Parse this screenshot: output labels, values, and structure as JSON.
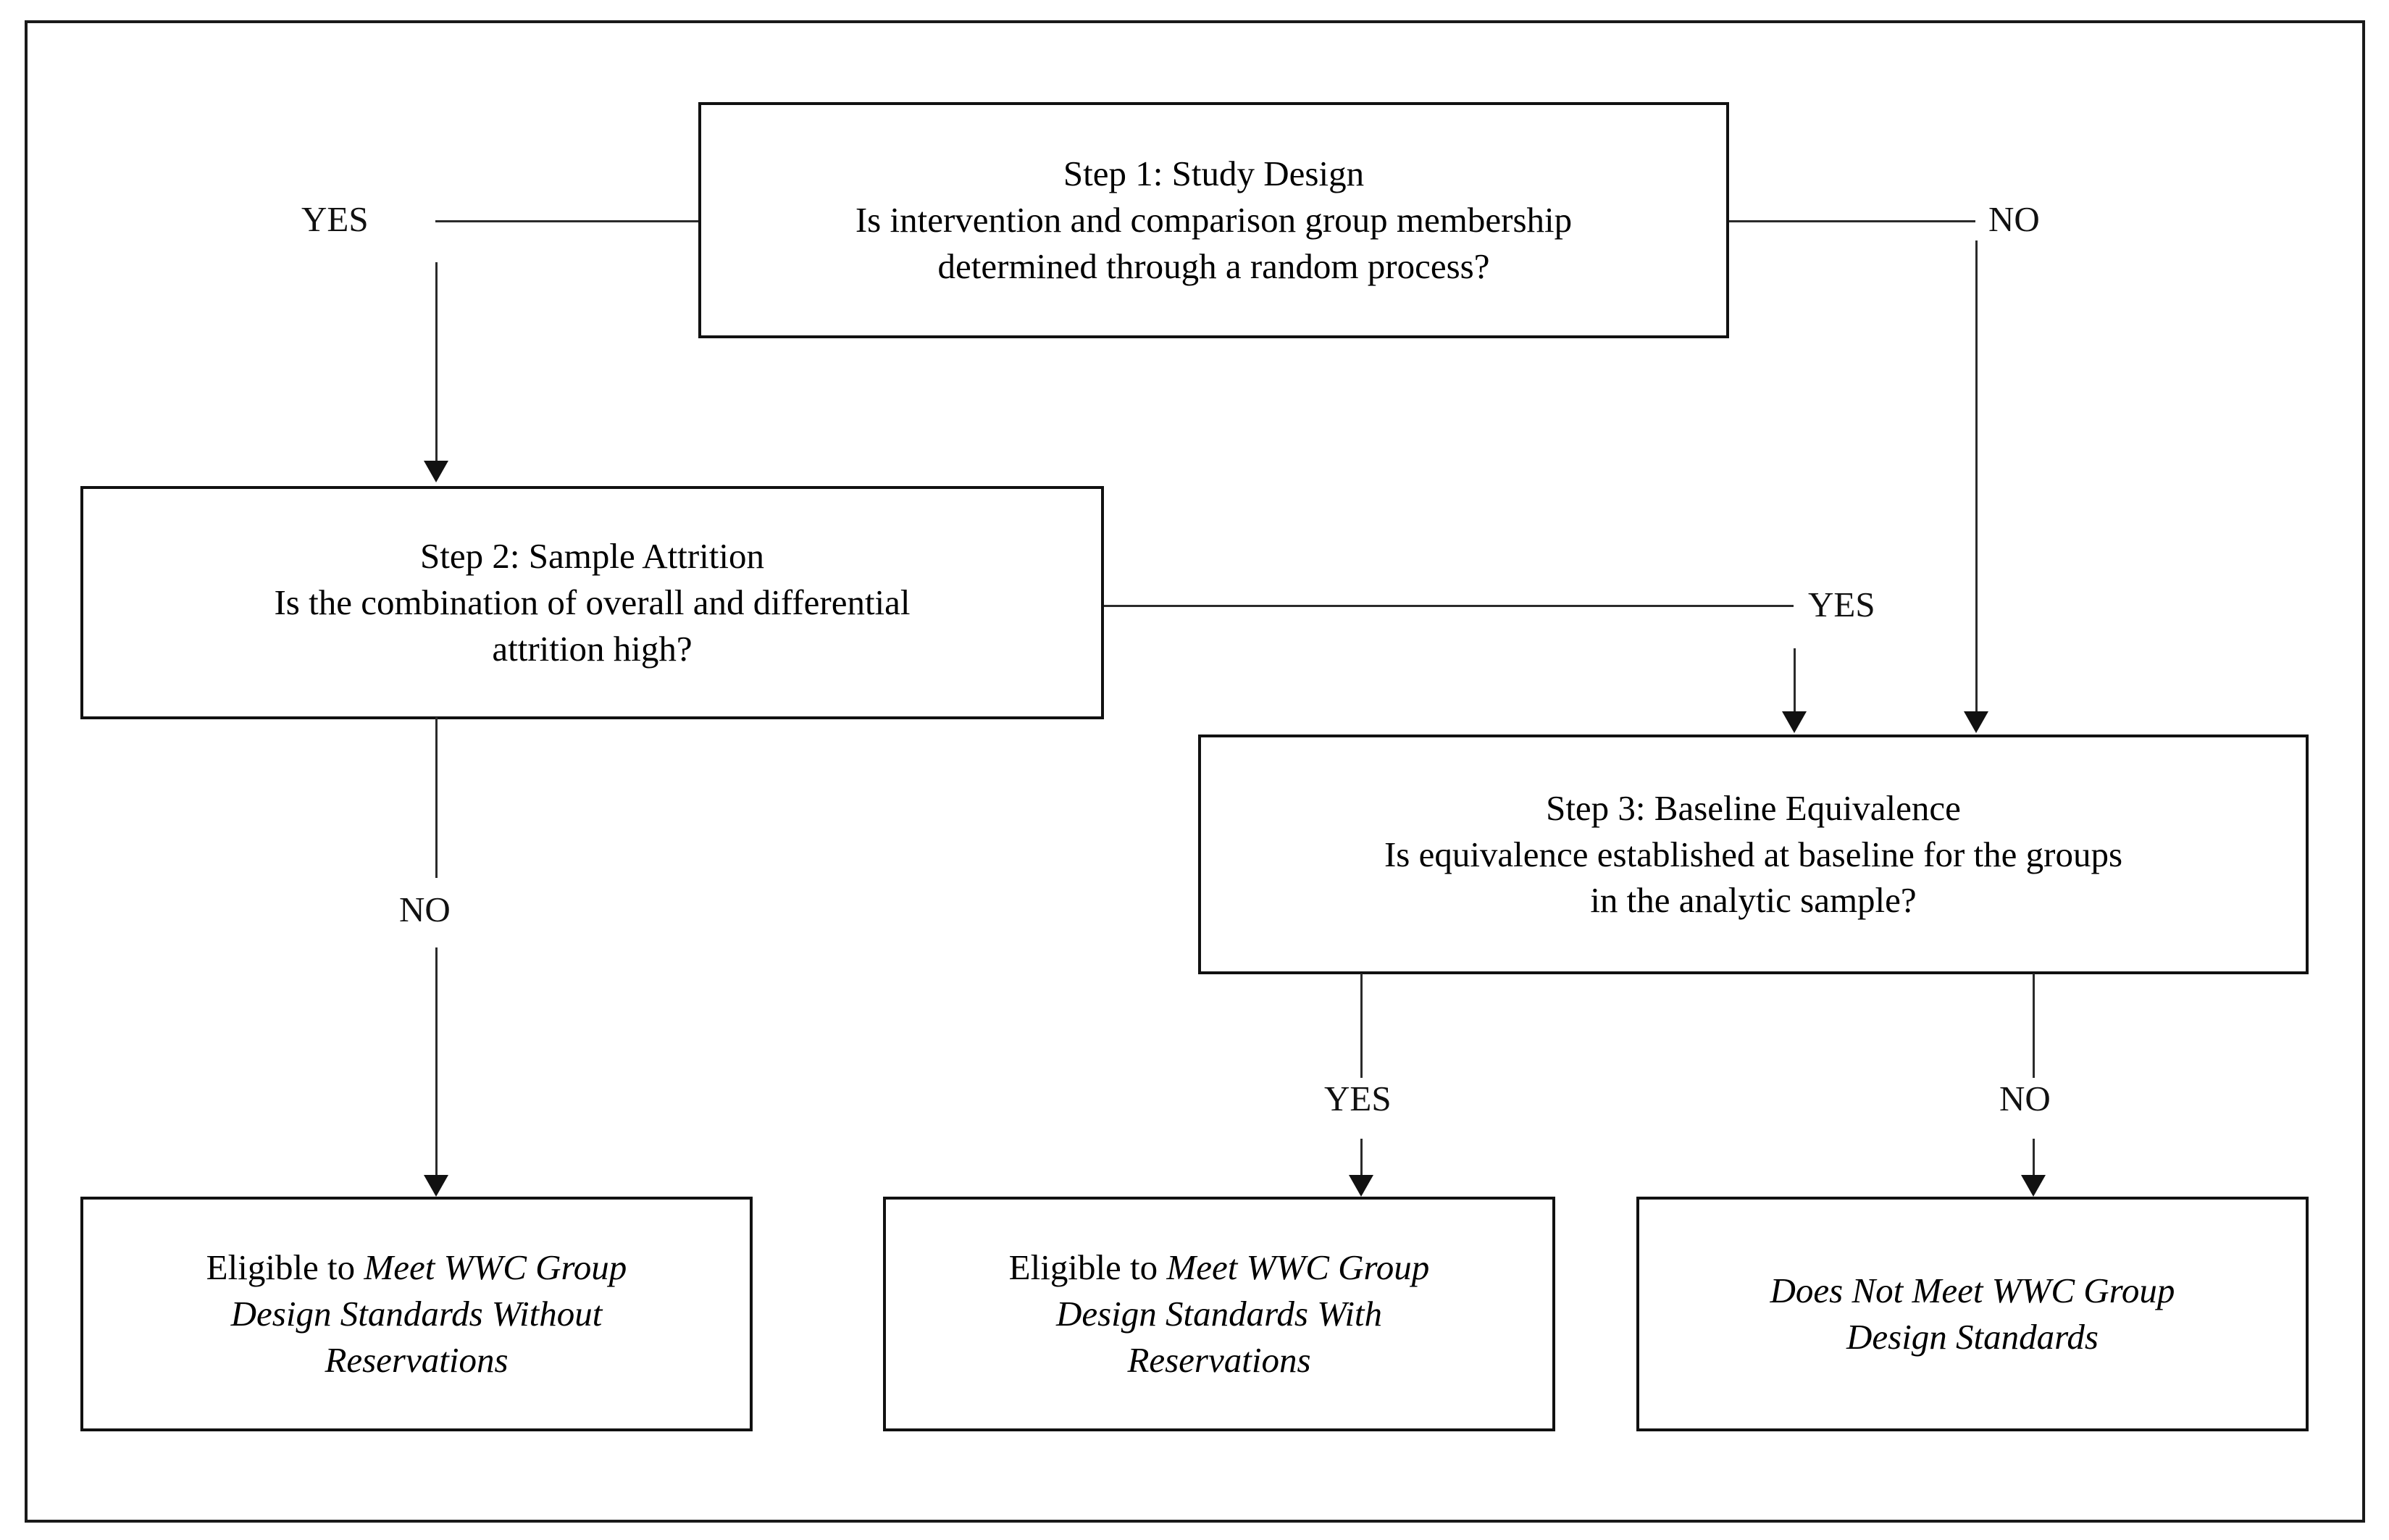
{
  "diagram": {
    "title": "WWC Group Design Standards review flowchart",
    "nodes": [
      {
        "id": "step1",
        "heading": "Step 1: Study Design",
        "line2": "Is intervention and comparison group membership",
        "line3": "determined through a random process?"
      },
      {
        "id": "step2",
        "heading": "Step 2: Sample Attrition",
        "line2": "Is the combination of overall and differential",
        "line3": "attrition high?"
      },
      {
        "id": "step3",
        "heading": "Step 3: Baseline Equivalence",
        "line2": "Is equivalence established at baseline for the groups",
        "line3": "in the analytic sample?"
      }
    ],
    "outcomes": [
      {
        "id": "out1",
        "prefix": "Eligible to ",
        "emphasis_line1": "Meet WWC Group",
        "emphasis_line2": "Design Standards Without",
        "emphasis_line3": "Reservations"
      },
      {
        "id": "out2",
        "prefix": "Eligible to ",
        "emphasis_line1": "Meet WWC Group",
        "emphasis_line2": "Design Standards With",
        "emphasis_line3": "Reservations"
      },
      {
        "id": "out3",
        "prefix": "",
        "emphasis_line1": "Does Not Meet WWC Group",
        "emphasis_line2": "Design Standards",
        "emphasis_line3": ""
      }
    ],
    "edge_labels": {
      "step1_yes": "YES",
      "step1_no": "NO",
      "step2_yes": "YES",
      "step2_no": "NO",
      "step3_yes": "YES",
      "step3_no": "NO"
    },
    "colors": {
      "frame": "#1a1a1a",
      "node_border": "#111111",
      "connector": "#2b2b2b",
      "text": "#000000",
      "background": "#ffffff"
    }
  }
}
